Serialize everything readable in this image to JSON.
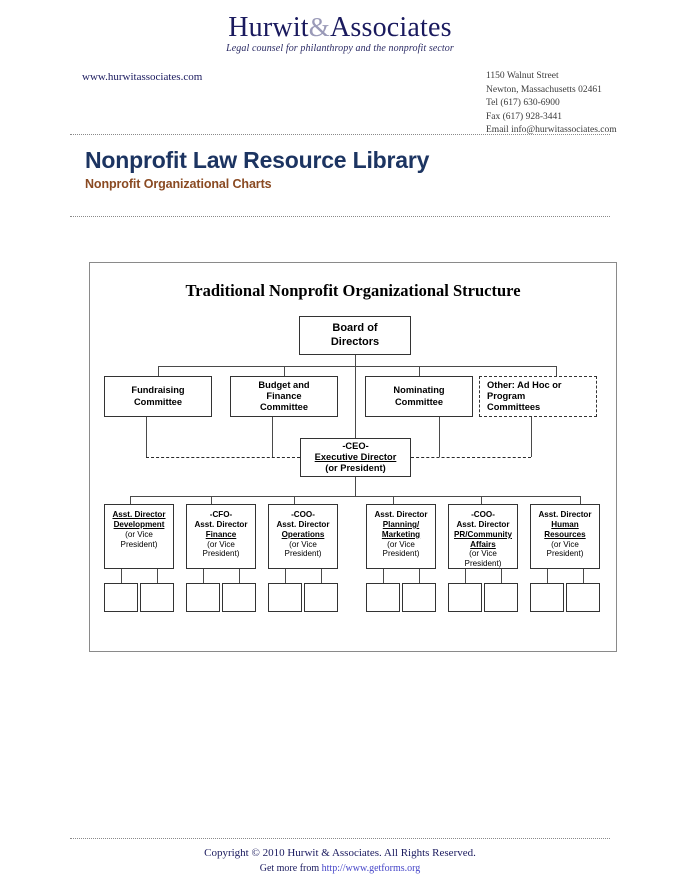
{
  "letterhead": {
    "brand_first": "Hurwit",
    "brand_amp": "&",
    "brand_last": "Associates",
    "tagline": "Legal counsel for philanthropy and the nonprofit sector",
    "website": "www.hurwitassociates.com",
    "address_lines": [
      "1150 Walnut Street",
      "Newton, Massachusetts 02461",
      "Tel (617) 630-6900",
      "Fax (617) 928-3441",
      "Email info@hurwitassociates.com"
    ]
  },
  "page_title": {
    "main": "Nonprofit Law Resource Library",
    "sub": "Nonprofit Organizational Charts"
  },
  "chart_data": {
    "type": "diagram",
    "title": "Traditional Nonprofit Organizational Structure",
    "root": {
      "line1": "Board of",
      "line2": "Directors"
    },
    "committees": [
      {
        "line1": "Fundraising",
        "line2": "Committee",
        "dashed": false
      },
      {
        "line1": "Budget and",
        "line2": "Finance",
        "line3": "Committee",
        "dashed": false
      },
      {
        "line1": "Nominating",
        "line2": "Committee",
        "dashed": false
      },
      {
        "line1": "Other: Ad Hoc or",
        "line2": "Program",
        "line3": "Committees",
        "dashed": true
      }
    ],
    "executive": {
      "line1": "-CEO-",
      "line2": "Executive Director",
      "line3": "(or President)"
    },
    "departments": [
      {
        "prefix": "",
        "title": "Asst. Director",
        "unit": "Development",
        "alt": "(or Vice President)"
      },
      {
        "prefix": "-CFO-",
        "title": "Asst. Director",
        "unit": "Finance",
        "alt": "(or Vice President)"
      },
      {
        "prefix": "-COO-",
        "title": "Asst. Director",
        "unit": "Operations",
        "alt": "(or Vice President)"
      },
      {
        "prefix": "",
        "title": "Asst. Director",
        "unit": "Planning/ Marketing",
        "alt": "(or Vice President)"
      },
      {
        "prefix": "-COO-",
        "title": "Asst. Director",
        "unit": "PR/Community Affairs",
        "alt": "(or Vice President)"
      },
      {
        "prefix": "",
        "title": "Asst. Director",
        "unit": "Human Resources",
        "alt": "(or Vice President)"
      }
    ],
    "leaf_count": 12,
    "colors": {
      "title_navy": "#1c3461",
      "subtitle_brown": "#8a4a22",
      "box_border": "#333333",
      "frame_border": "#8a8a8a"
    }
  },
  "footer": {
    "copyright": "Copyright © 2010 Hurwit & Associates. All Rights Reserved.",
    "get_more_prefix": "Get more from ",
    "link_text": "http://www.getforms.org"
  }
}
